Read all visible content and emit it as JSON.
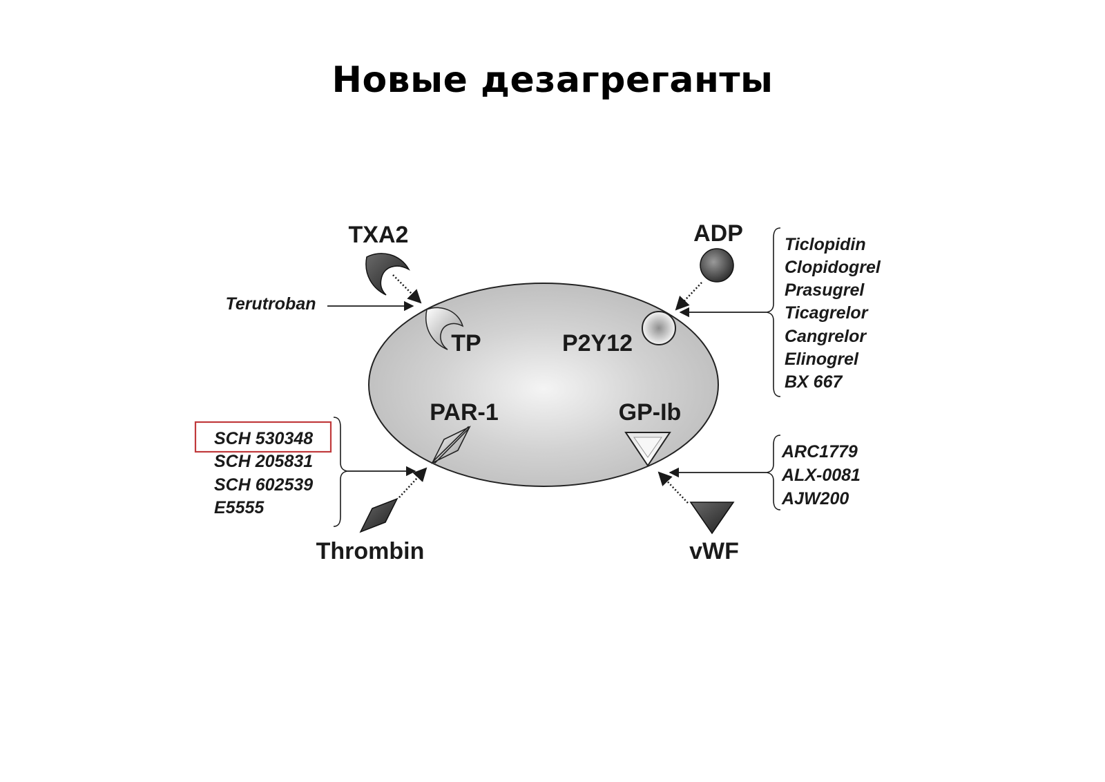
{
  "title": "Новые дезагреганты",
  "receptors": {
    "tp": "TP",
    "p2y12": "P2Y12",
    "par1": "PAR-1",
    "gpib": "GP-Ib"
  },
  "agonists": {
    "txa2": "TXA2",
    "adp": "ADP",
    "thrombin": "Thrombin",
    "vwf": "vWF"
  },
  "inhibitors": {
    "tp": [
      "Terutroban"
    ],
    "p2y12": [
      "Ticlopidin",
      "Clopidogrel",
      "Prasugrel",
      "Ticagrelor",
      "Cangrelor",
      "Elinogrel",
      "BX 667"
    ],
    "par1": [
      "SCH 530348",
      "SCH 205831",
      "SCH 602539",
      "E5555"
    ],
    "gpib": [
      "ARC1779",
      "ALX-0081",
      "AJW200"
    ]
  },
  "highlighted_inhibitor": "SCH 530348",
  "colors": {
    "highlight_box": "#c0393b",
    "cell_fill": "#c8c8c8",
    "agonist_fill": "#3a3a3a"
  }
}
